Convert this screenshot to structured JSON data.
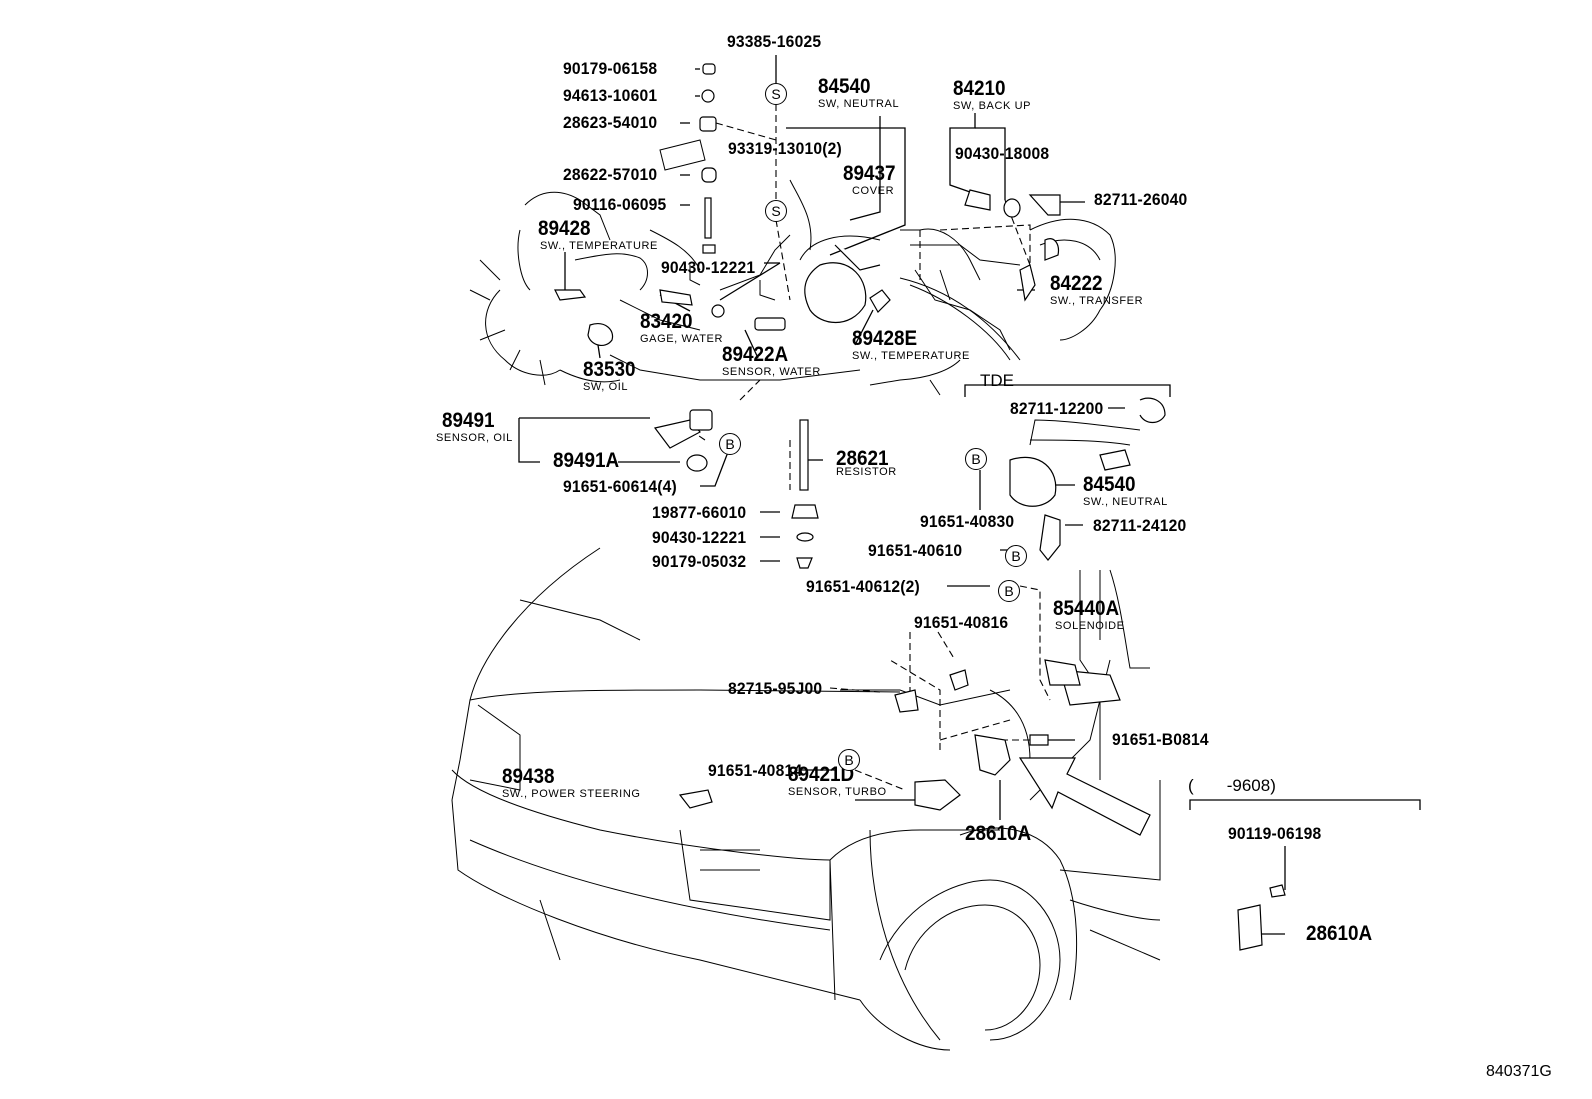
{
  "parts": {
    "p93385": "93385-16025",
    "p90179a": "90179-06158",
    "p94613": "94613-10601",
    "p28623": "28623-54010",
    "p28622": "28622-57010",
    "p90116": "90116-06095",
    "p89428": "89428",
    "p89428_desc": "SW., TEMPERATURE",
    "p84540": "84540",
    "p84540_desc": "SW, NEUTRAL",
    "p93319": "93319-13010(2)",
    "p89437": "89437",
    "p89437_desc": "COVER",
    "p84210": "84210",
    "p84210_desc": "SW, BACK UP",
    "p90430a": "90430-18008",
    "p82711a": "82711-26040",
    "p84222": "84222",
    "p84222_desc": "SW., TRANSFER",
    "p90430b": "90430-12221",
    "p83420": "83420",
    "p83420_desc": "GAGE, WATER",
    "p89422A": "89422A",
    "p89422A_desc": "SENSOR, WATER",
    "p89428E": "89428E",
    "p89428E_desc": "SW., TEMPERATURE",
    "p83530": "83530",
    "p83530_desc": "SW, OIL",
    "p89491": "89491",
    "p89491_desc": "SENSOR, OIL",
    "p89491A": "89491A",
    "p91651a": "91651-60614(4)",
    "p28621": "28621",
    "p28621_desc": "RESISTOR",
    "p19877": "19877-66010",
    "p90430c": "90430-12221",
    "p90179b": "90179-05032",
    "tde": "TDE",
    "p82711b": "82711-12200",
    "p84540b": "84540",
    "p84540b_desc": "SW., NEUTRAL",
    "p91651b": "91651-40830",
    "p82711c": "82711-24120",
    "p91651c": "91651-40610",
    "p91651d": "91651-40612(2)",
    "p91651e": "91651-40816",
    "p85440A": "85440A",
    "p85440A_desc": "SOLENOIDE",
    "p82715": "82715-95J00",
    "p91651f": "91651-B0814",
    "p91651g": "91651-40814",
    "p89438": "89438",
    "p89438_desc": "SW., POWER STEERING",
    "p89421D": "89421D",
    "p89421D_desc": "SENSOR, TURBO",
    "p28610A": "28610A",
    "range": "(       -9608)",
    "p90119": "90119-06198",
    "p28610A_b": "28610A"
  },
  "markers": {
    "s": "S",
    "b": "B"
  },
  "illustration_code": "840371G"
}
